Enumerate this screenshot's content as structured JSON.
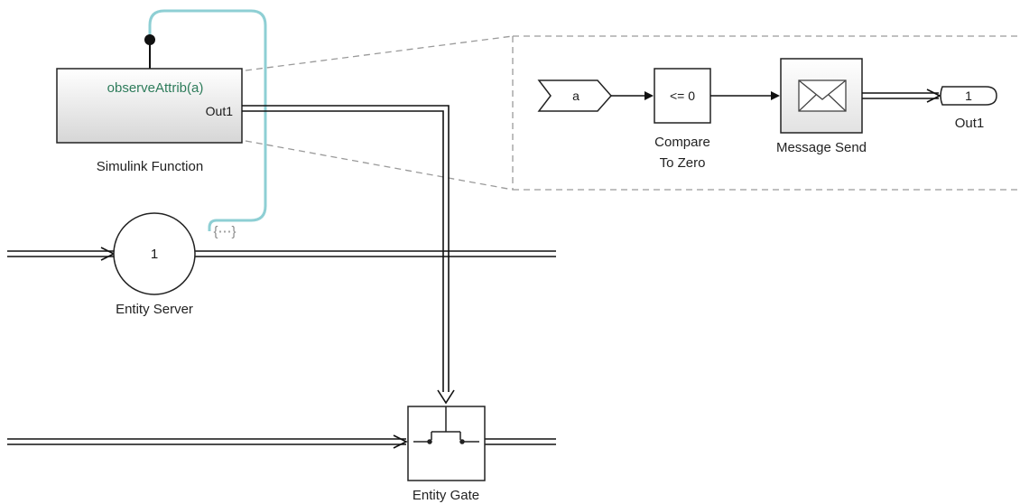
{
  "simulink_function": {
    "signature": "observeAttrib(a)",
    "out_port": "Out1",
    "caption": "Simulink Function"
  },
  "entity_server": {
    "capacity": "1",
    "caption": "Entity Server"
  },
  "event_action_badge": "{⋯}",
  "entity_gate": {
    "caption": "Entity Gate"
  },
  "subsystem": {
    "arg_in": "a",
    "compare": {
      "symbol": "<= 0",
      "caption_line1": "Compare",
      "caption_line2": "To Zero"
    },
    "message_send": {
      "caption": "Message Send"
    },
    "out_port": {
      "number": "1",
      "caption": "Out1"
    }
  },
  "colors": {
    "signal_line": "#111111",
    "function_link": "#8ecfd4",
    "function_text": "#2e7c5b",
    "dashed_border": "#9a9a9a"
  }
}
